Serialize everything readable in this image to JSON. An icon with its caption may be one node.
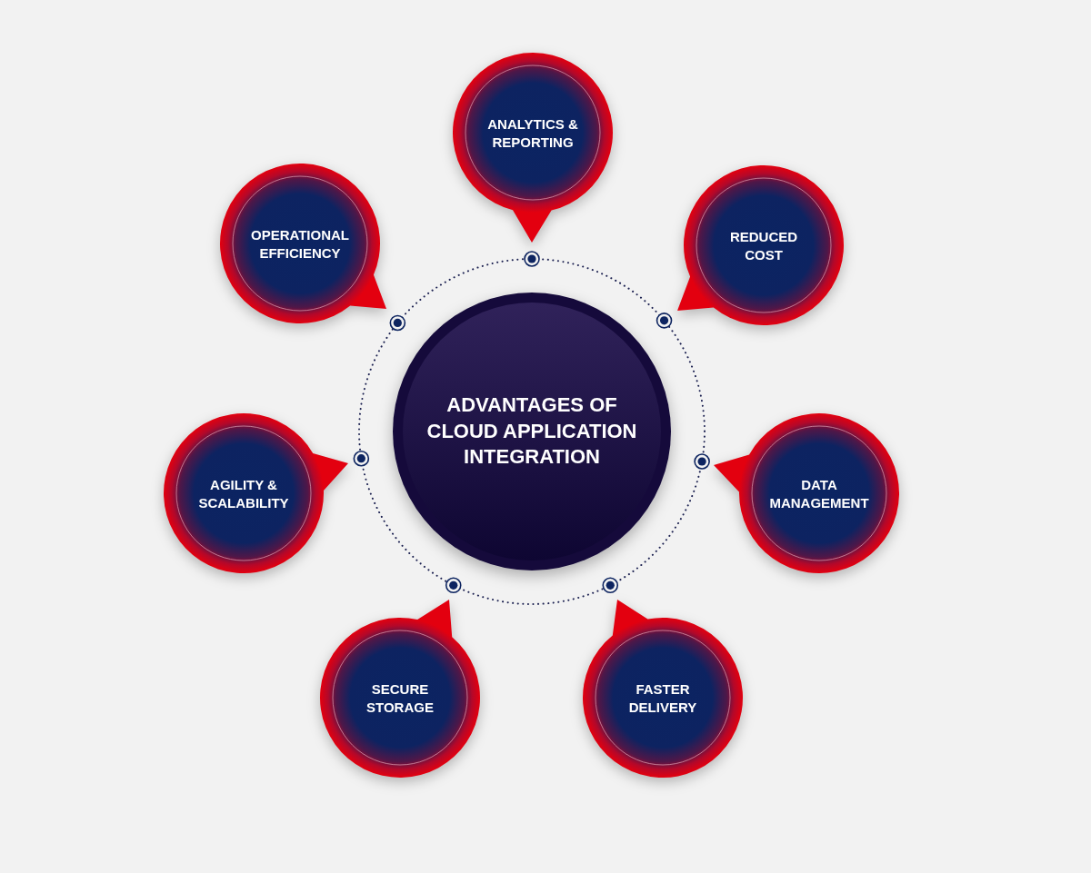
{
  "diagram": {
    "nodes": [
      {
        "text": [
          "ADVANTAGES OF CLOUD APPLICATION INTEGRATION"
        ]
      },
      {
        "text": [
          "ANALYTICS & REPORTING"
        ]
      },
      {
        "text": [
          "REDUCED COST"
        ]
      },
      {
        "text": [
          "DATA MANAGEMENT"
        ]
      },
      {
        "text": [
          "FASTER DELIVERY"
        ]
      },
      {
        "text": [
          "SECURE STORAGE"
        ]
      },
      {
        "text": [
          "AGILITY & SCALABILITY"
        ]
      },
      {
        "text": [
          "OPERATIONAL EFFICIENCY"
        ]
      }
    ]
  }
}
